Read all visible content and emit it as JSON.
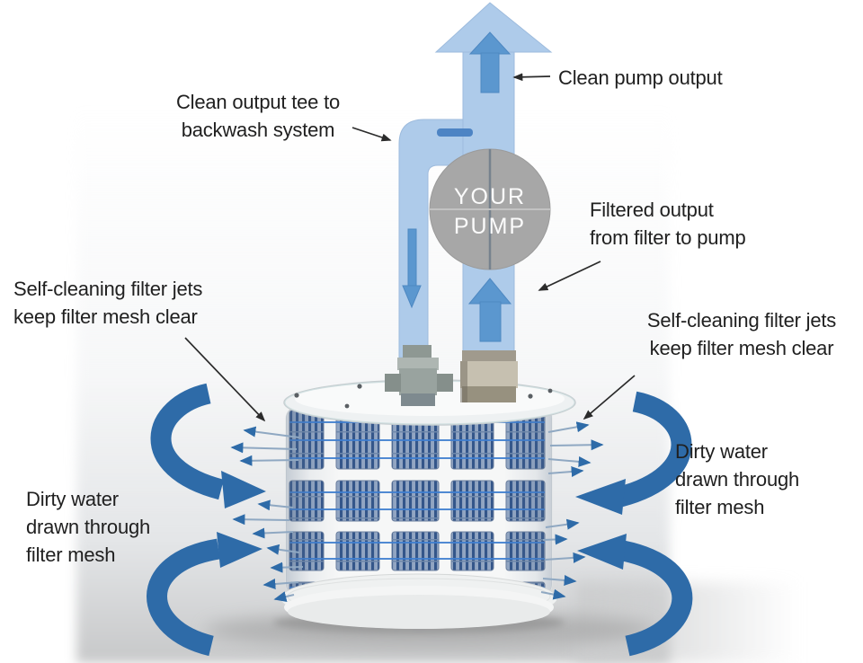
{
  "diagram": {
    "pump_label": "YOUR\nPUMP",
    "annotations": {
      "clean_pump_output": "Clean pump output",
      "clean_output_tee": "Clean output tee to\nbackwash system",
      "filtered_output": "Filtered output\nfrom filter to pump",
      "self_cleaning_left": "Self-cleaning filter jets\nkeep filter mesh clear",
      "self_cleaning_right": "Self-cleaning filter jets\nkeep filter mesh clear",
      "dirty_water_left": "Dirty water\ndrawn through\nfilter mesh",
      "dirty_water_right": "Dirty water\ndrawn through\nfilter mesh"
    },
    "colors": {
      "text_color": "#202020",
      "pipe_light_blue": "#aecbea",
      "flow_mid_blue": "#5b97cf",
      "arrow_steel_blue": "#2e6ba8",
      "wire_blue": "#3f7fd0",
      "mesh_slat_blue": "#34568a",
      "pump_gray": "#a7a7a7"
    }
  }
}
